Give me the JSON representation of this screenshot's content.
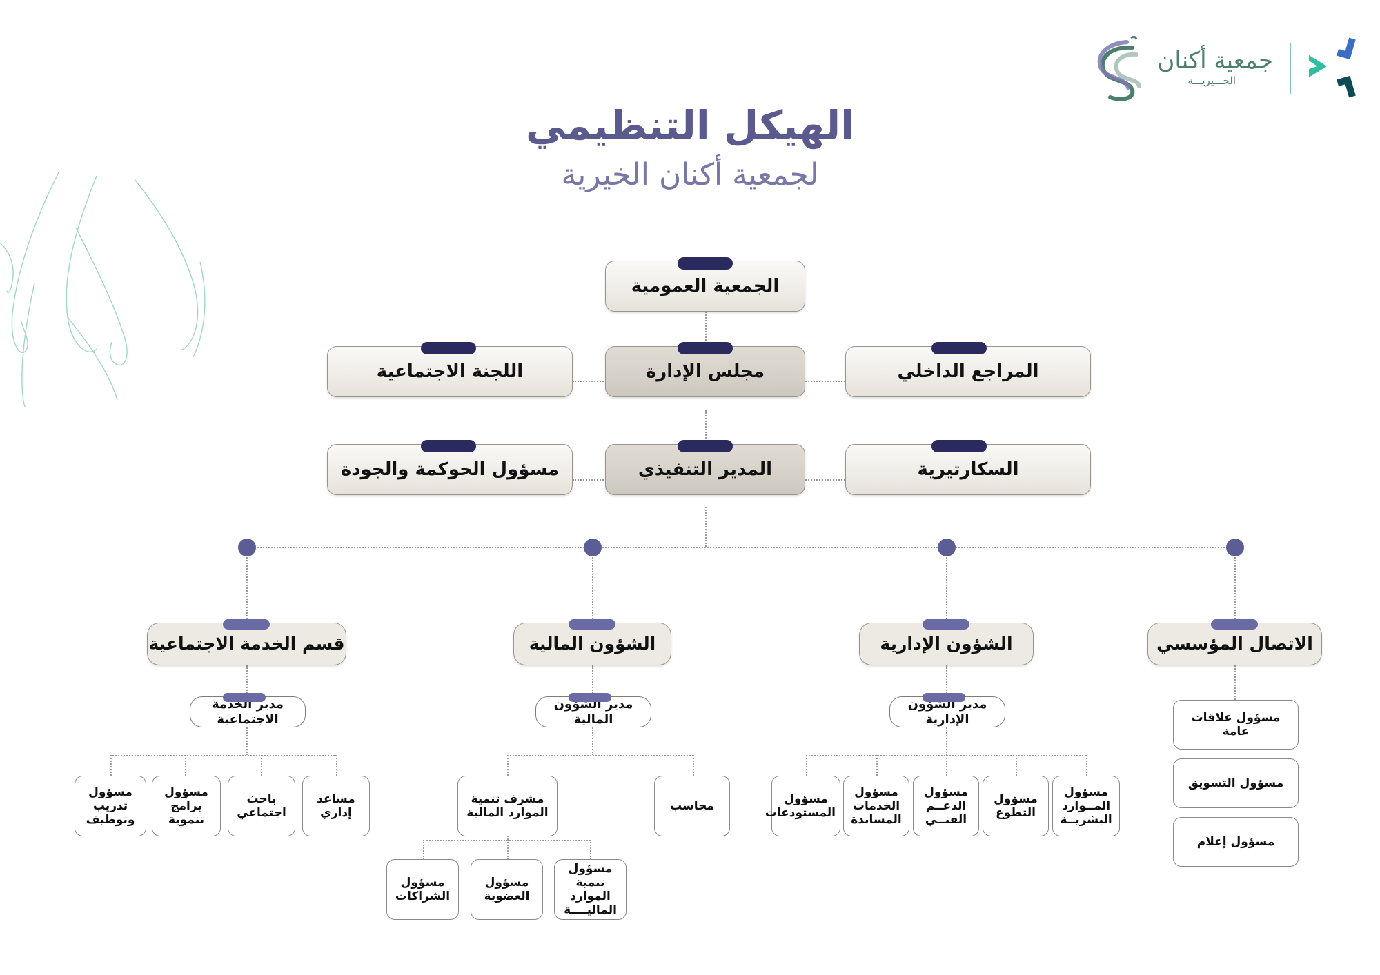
{
  "header": {
    "logo": {
      "name_line1": "جمعية أكنان",
      "name_line2": "الخـــيريـــة",
      "mark_icon": "aknan-swirl-logo-icon",
      "divider_icon": "logo-divider",
      "vision_icon": "saudi-vision-2030-icon"
    },
    "title": "الهيكل التنظيمي",
    "subtitle": "لجمعية أكنان الخيرية"
  },
  "colors": {
    "title_purple": "#5a5a8f",
    "subtitle_purple": "#7878a6",
    "tab_navy": "#2b2a5f",
    "tab_mauve": "#6a6aa4",
    "dot_purple": "#5d5d96",
    "logo_green": "#4c7f6e",
    "watermark_teal": "#7fc5b4",
    "box_beige": "#edeae3",
    "connector_grey": "#9a9a9a"
  },
  "chart": {
    "general_assembly": "الجمعية العمومية",
    "row2": {
      "social_committee": "اللجنة الاجتماعية",
      "board_of_directors": "مجلس الإدارة",
      "internal_auditor": "المراجع الداخلي"
    },
    "row3": {
      "governance_quality_officer": "مسؤول الحوكمة والجودة",
      "executive_director": "المدير التنفيذي",
      "secretariat": "السكارتيرية"
    },
    "departments": [
      {
        "name": "قسم الخدمة الاجتماعية",
        "manager": "مدير الخدمة الاجتماعية",
        "children": [
          "مسؤول تدريب وتوظيف",
          "مسؤول برامج تنموية",
          "باحث اجتماعي",
          "مساعد إداري"
        ]
      },
      {
        "name": "الشؤون المالية",
        "manager": "مدير الشؤون المالية",
        "children": [
          "مشرف تنمية الموارد المالية",
          "محاسب"
        ],
        "grandchildren": [
          "مسؤول الشراكات",
          "مسؤول العضوية",
          "مسؤول تنمية الموارد الماليــــة"
        ]
      },
      {
        "name": "الشؤون الإدارية",
        "manager": "مدير الشؤون الإدارية",
        "children": [
          "مسؤول المستودعات",
          "مسؤول الخدمات المساندة",
          "مسؤول الدعــم الفنــي",
          "مسؤول التطوع",
          "مسؤول المــوارد البشريــة"
        ]
      },
      {
        "name": "الاتصال المؤسسي",
        "children": [
          "مسؤول علاقات عامة",
          "مسؤول التسويق",
          "مسؤول إعلام"
        ]
      }
    ]
  }
}
